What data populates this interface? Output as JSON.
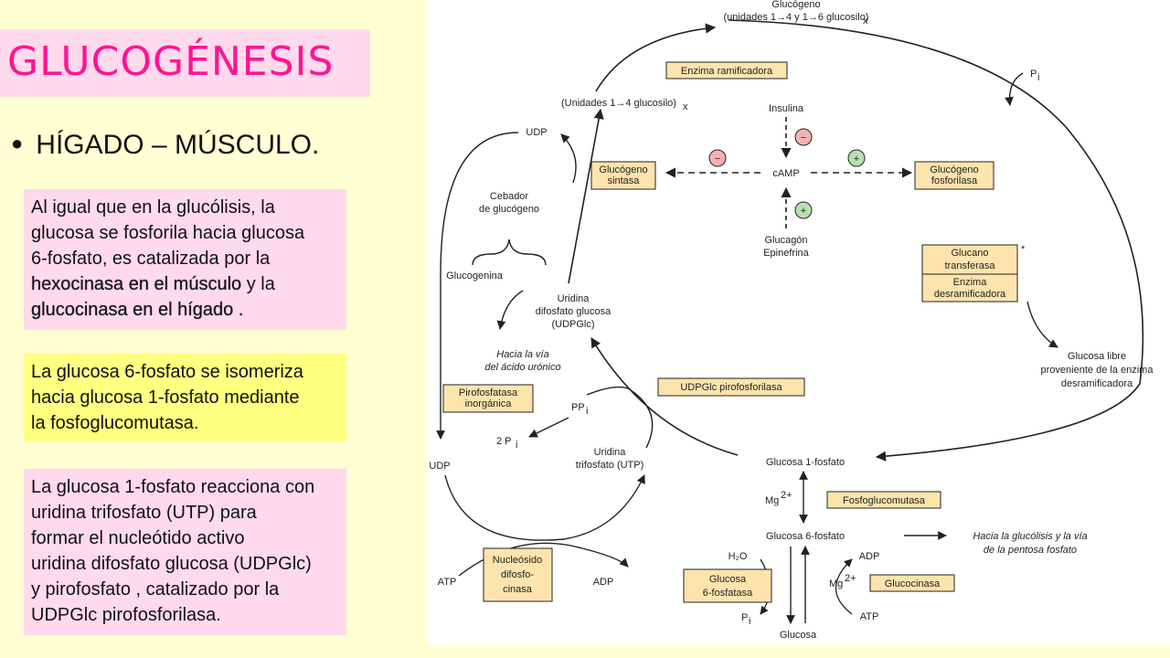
{
  "slide": {
    "title": "GLUCOGÉNESIS",
    "bullet": "HÍGADO – MÚSCULO.",
    "box1": {
      "line1": "Al igual que en la glucólisis, la",
      "line2": "glucosa se fosforila hacia glucosa",
      "line3": "6-fosfato, es catalizada por la",
      "line4_highlight": "hexocinasa en el músculo",
      "line4_rest": " y la",
      "line5_highlight": "glucocinasa en el hígado .",
      "line5_rest": ""
    },
    "box2": {
      "line1": "La glucosa 6-fosfato se isomeriza",
      "line2": "hacia glucosa 1-fosfato mediante",
      "line3": "la fosfoglucomutasa."
    },
    "box3": {
      "line1": "La glucosa 1-fosfato reacciona con",
      "line2": "uridina trifosfato (UTP) para",
      "line3": "formar el nucleótido activo",
      "line4": "uridina difosfato glucosa (UDPGlc)",
      "line5": "y pirofosfato , catalizado por la",
      "line6": "UDPGlc pirofosforilasa."
    }
  },
  "diagram": {
    "glycogen_l1": "Glucógeno",
    "glycogen_l2": "(unidades 1→4 y 1→6 glucosilo)",
    "glycogen_sub": "x",
    "branching_enzyme": "Enzima ramificadora",
    "units14": "(Unidades 1→4 glucosilo)",
    "units14_sub": "x",
    "pi_top": "P",
    "pi_top_sub": "i",
    "udp_top": "UDP",
    "insulina": "Insulina",
    "camp": "cAMP",
    "gsyn_l1": "Glucógeno",
    "gsyn_l2": "sintasa",
    "gphos_l1": "Glucógeno",
    "gphos_l2": "fosforilasa",
    "primer_l1": "Cebador",
    "primer_l2": "de glucógeno",
    "glucagon": "Glucagón",
    "epinefrina": "Epinefrina",
    "glucogenina": "Glucogenina",
    "glucano_l1": "Glucano",
    "glucano_l2": "transferasa",
    "debranch_l1": "Enzima",
    "debranch_l2": "desramificadora",
    "asterisk": "*",
    "udpglc_l1": "Uridina",
    "udpglc_l2": "difosfato glucosa",
    "udpglc_l3": "(UDPGlc)",
    "uronic_l1": "Hacia la vía",
    "uronic_l2": "del ácido urónico",
    "free_l1": "Glucosa libre",
    "free_l2": "proveniente de la enzima",
    "free_l3": "desramificadora",
    "pyroph_l1": "Pirofosfatasa",
    "pyroph_l2": "inorgánica",
    "udpglc_pyro": "UDPGlc pirofosforilasa",
    "ppi": "PP",
    "ppi_sub": "i",
    "two_pi": "2 P",
    "two_pi_sub": "i",
    "utp_l1": "Uridina",
    "utp_l2": "trifosfato (UTP)",
    "udp_bottom": "UDP",
    "g1p": "Glucosa 1-fosfato",
    "mg_top": "Mg",
    "mg_sup": "2+",
    "pgm": "Fosfoglucomutasa",
    "g6p": "Glucosa 6-fosfato",
    "glyco_l1": "Hacia la glucólisis y la vía",
    "glyco_l2": "de la pentosa fosfato",
    "ndk_l1": "Nucleósido",
    "ndk_l2": "difosfo-",
    "ndk_l3": "cinasa",
    "atp_left": "ATP",
    "adp_left": "ADP",
    "h2o": "H₂O",
    "adp_right": "ADP",
    "g6pase_l1": "Glucosa",
    "g6pase_l2": "6-fosfatasa",
    "mg_low": "Mg",
    "mg_low_sup": "2+",
    "glucocinasa": "Glucocinasa",
    "pi_low": "P",
    "pi_low_sub": "i",
    "atp_right": "ATP",
    "glucosa": "Glucosa",
    "minus": "−",
    "plus": "+"
  }
}
